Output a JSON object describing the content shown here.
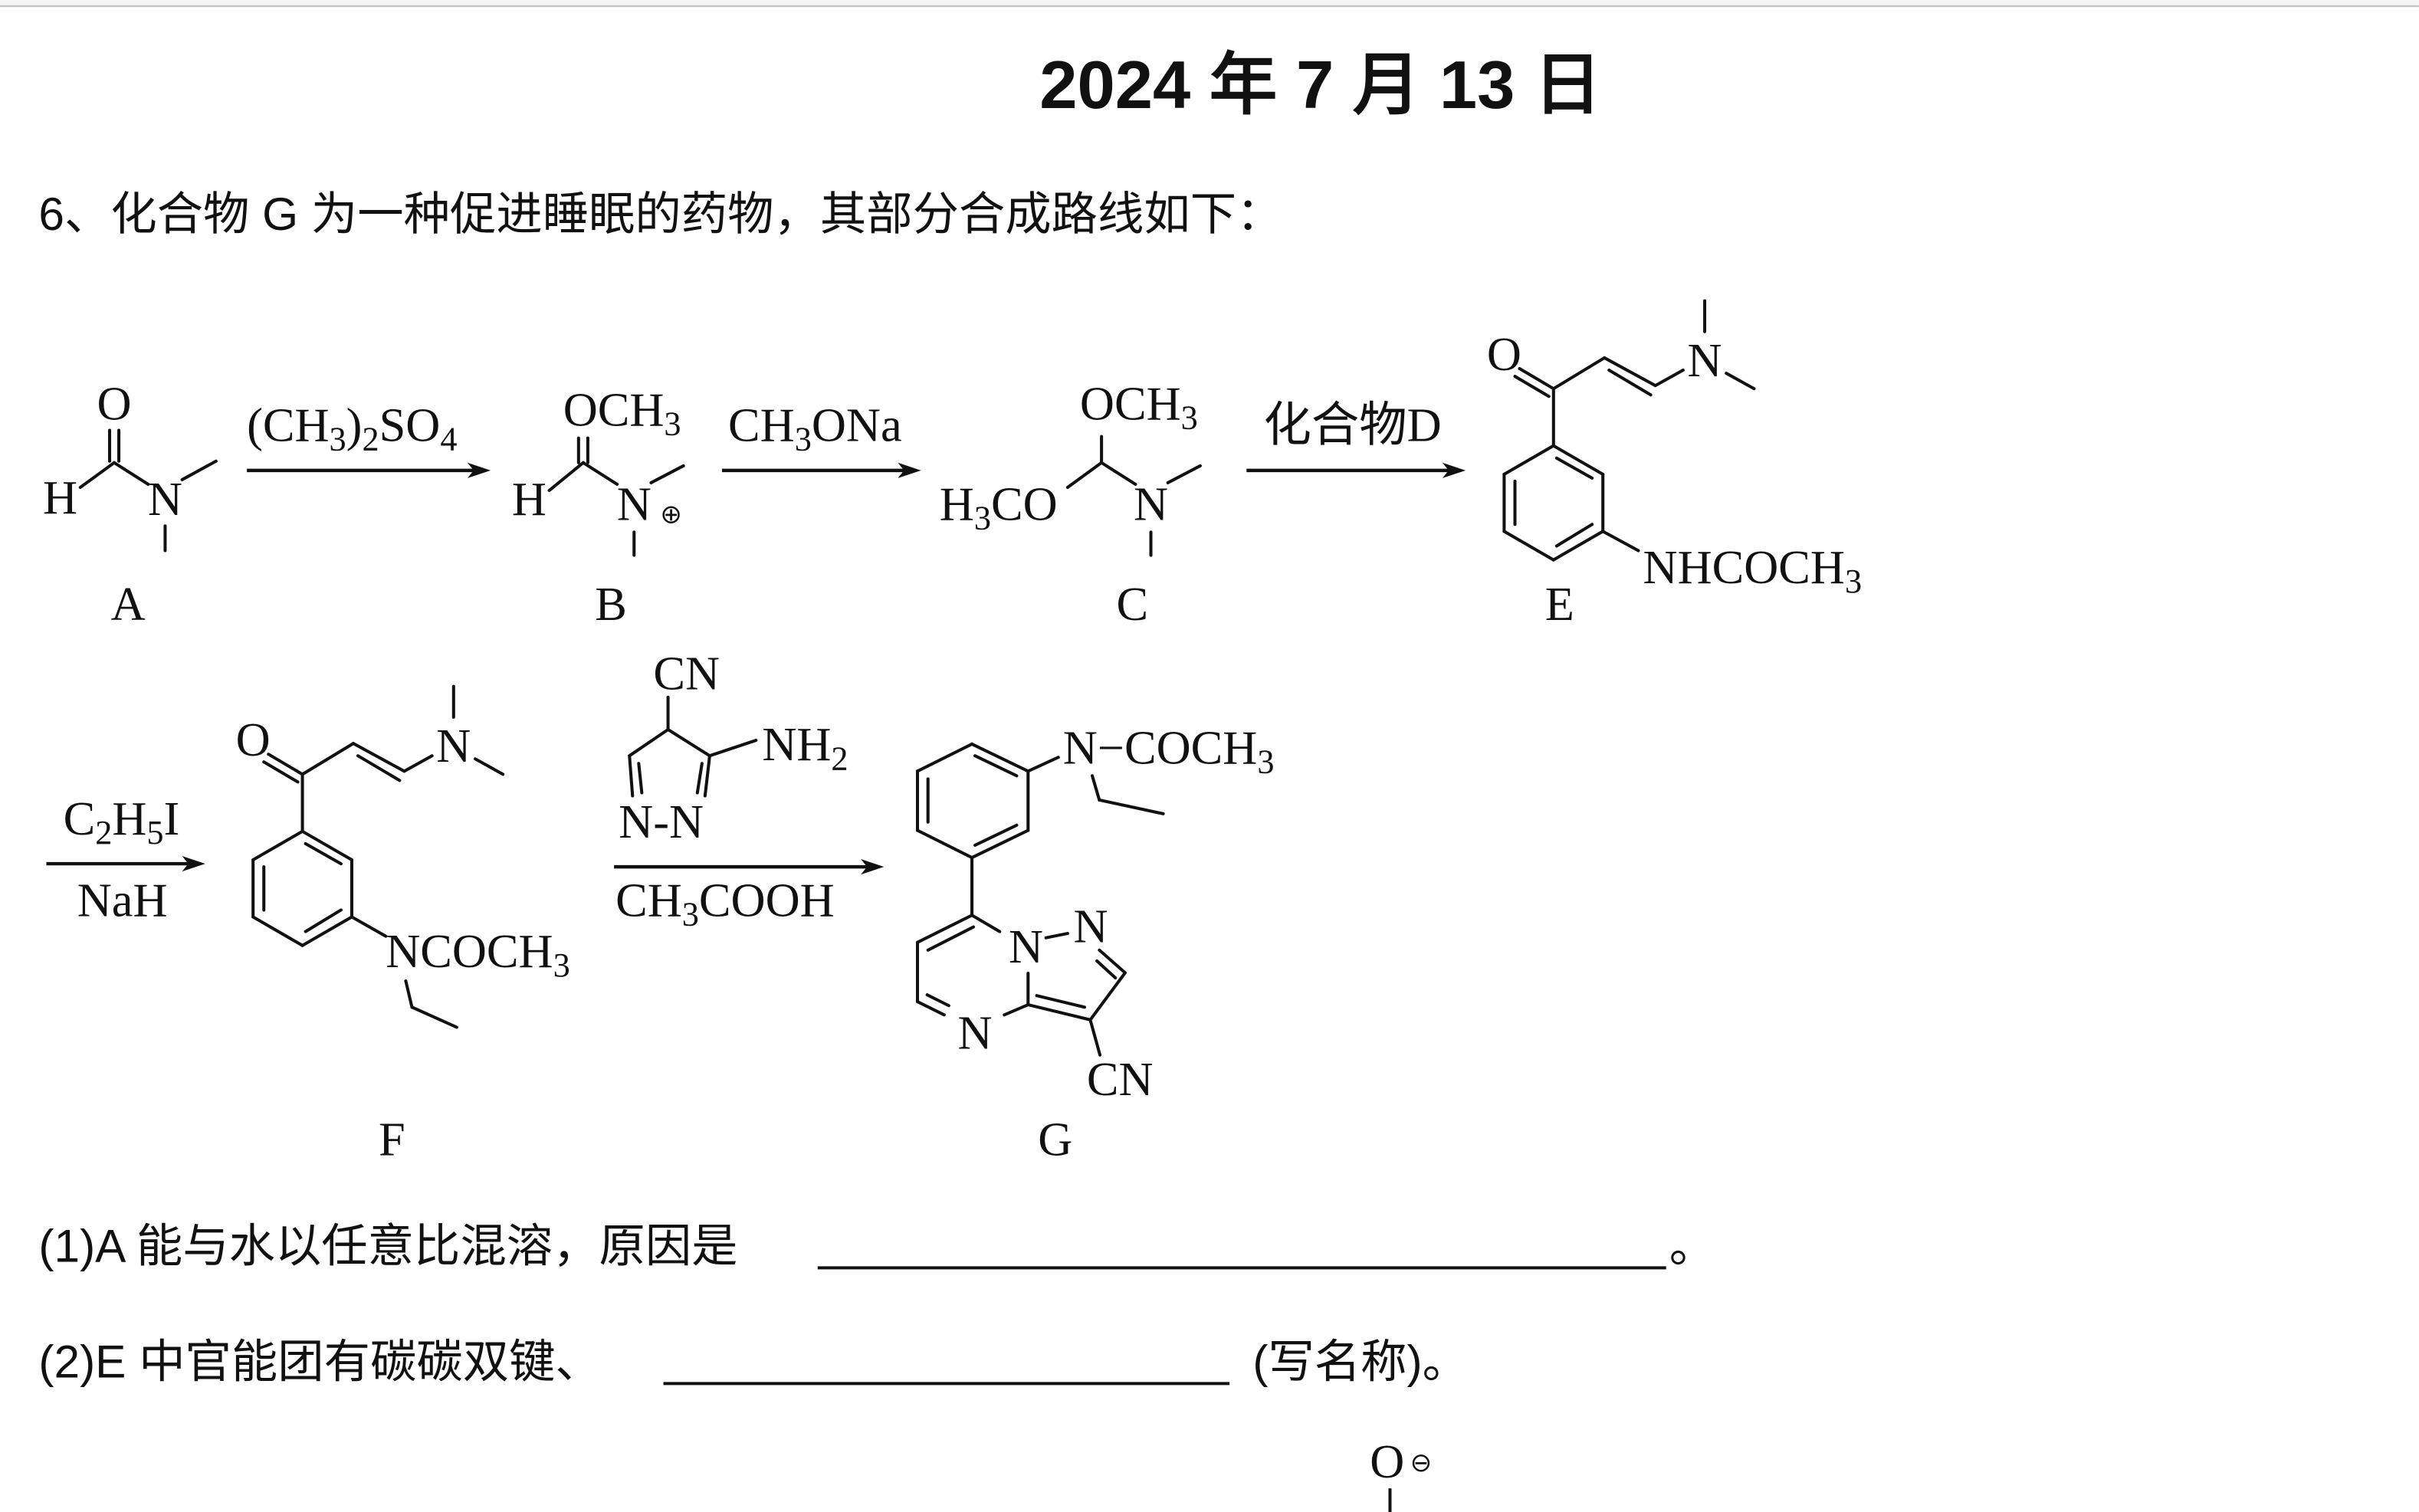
{
  "header": {
    "title": "2024 年 7 月 13 日"
  },
  "question": {
    "intro": "6、化合物 G 为一种促进睡眠的药物，其部分合成路线如下：",
    "part1": "(1)A 能与水以任意比混溶，原因是",
    "part1_end": "。",
    "part2": "(2)E 中官能团有碳碳双键、",
    "part2_end": "(写名称)。",
    "part3_fragment": {
      "atom": "O",
      "charge": "⊖"
    }
  },
  "scheme": {
    "A": {
      "label": "A",
      "O": "O",
      "H": "H",
      "N": "N"
    },
    "B": {
      "label": "B",
      "OMe": "OCH3",
      "H": "H",
      "N": "N",
      "charge": "⊕"
    },
    "C": {
      "label": "C",
      "OMe": "OCH3",
      "OMe2": "H3CO",
      "N": "N"
    },
    "E": {
      "label": "E",
      "O": "O",
      "N": "N",
      "amide": "NHCOCH3"
    },
    "F": {
      "label": "F",
      "O": "O",
      "N": "N",
      "amide": "NCOCH3"
    },
    "G": {
      "label": "G",
      "amide": "N−COCH3",
      "N1": "N",
      "N2": "N",
      "N4": "N",
      "CN": "CN"
    },
    "reagents": {
      "step1": "(CH3)2SO4",
      "step2": "CH3ONa",
      "step3": "化合物D",
      "step4_top": "C2H5I",
      "step4_bottom": "NaH",
      "step5_bottom": "CH3COOH",
      "pyrazole": {
        "CN": "CN",
        "NH2": "NH2",
        "NN": "N-N"
      }
    }
  }
}
